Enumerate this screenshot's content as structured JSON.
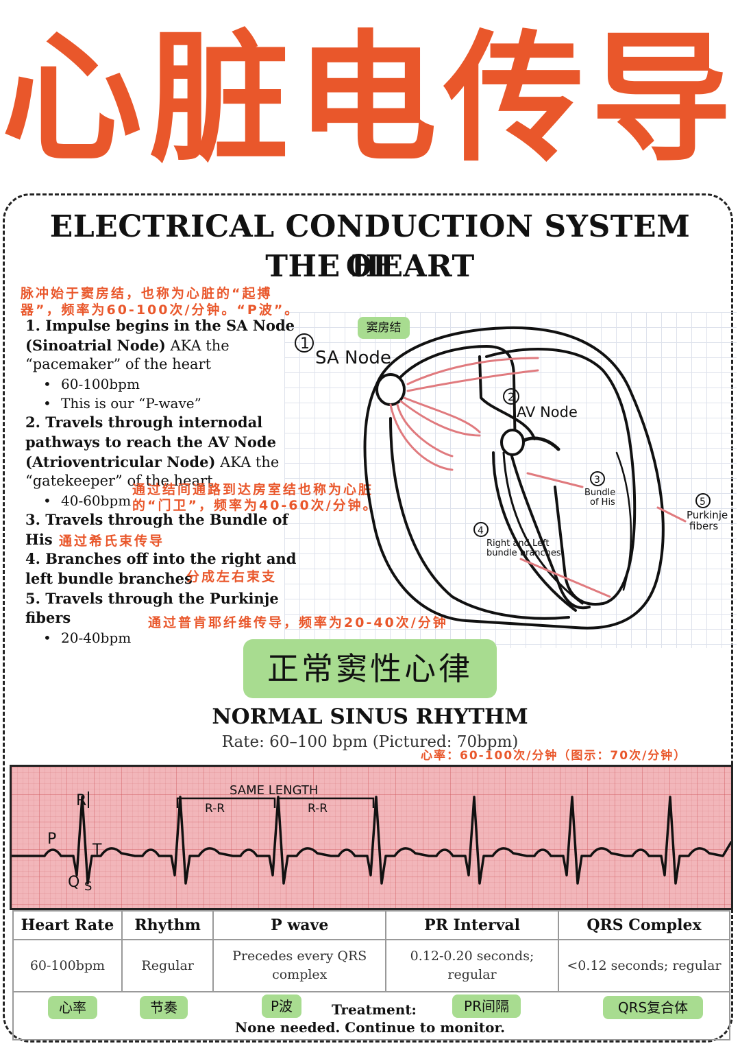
{
  "banner": {
    "title": "心脏电传导",
    "color": "#e9572b"
  },
  "header": {
    "title_line1": "ELECTRICAL CONDUCTION SYSTEM OF",
    "title_line2": "THE HEART"
  },
  "notes_cn": {
    "sa_line1": "脉冲始于窦房结，也称为心脏的“起搏",
    "sa_line2": "器”，频率为60-100次/分钟。“P波”。",
    "av_line1": "通过结间通路到达房室结也称为心脏",
    "av_line2": "的“门卫”，频率为40-60次/分钟。",
    "his": "通过希氏束传导",
    "branches": "分成左右束支",
    "purkinje": "通过普肯耶纤维传导，频率为20-40次/分钟",
    "rate": "心率：60-100次/分钟（图示：70次/分钟）"
  },
  "steps": {
    "s1_l1": "1. Impulse begins in the SA Node",
    "s1_l2a": "(Sinoatrial Node)",
    "s1_l2b": " AKA the",
    "s1_l3": "“pacemaker” of the heart",
    "s1_b1": "60-100bpm",
    "s1_b2": "This is our “P-wave”",
    "s2_l1": "2. Travels through internodal",
    "s2_l2": "pathways to reach the AV Node",
    "s2_l3a": "(Atrioventricular Node)",
    "s2_l3b": " AKA the",
    "s2_l4": "“gatekeeper” of the heart",
    "s2_b1": "40-60bpm",
    "s3_l1": "3. Travels through the Bundle of",
    "s3_l2": "His",
    "s4_l1": "4. Branches off into the right and",
    "s4_l2": "left bundle branches",
    "s5_l1": "5. Travels through the Purkinje",
    "s5_l2": "fibers",
    "s5_b1": "20-40bpm"
  },
  "diagram": {
    "sa_tag_cn": "窦房结",
    "n1": "1",
    "sa_label": "SA Node",
    "n2": "2",
    "av_label": "AV Node",
    "n3": "3",
    "bundle_l1": "Bundle",
    "bundle_l2": "of His",
    "n4": "4",
    "rl_l1": "Right and Left",
    "rl_l2": "bundle branches",
    "n5": "5",
    "purk_l1": "Purkinje",
    "purk_l2": "fibers"
  },
  "rhythm": {
    "cn_title": "正常窦性心律",
    "title": "NORMAL SINUS RHYTHM",
    "rate": "Rate: 60–100 bpm (Pictured: 70bpm)"
  },
  "ecg": {
    "same_length": "SAME LENGTH",
    "rr": "R-R",
    "p": "P",
    "q": "Q",
    "r": "R",
    "s": "S",
    "t": "T",
    "beats": 7
  },
  "table": {
    "headers": [
      "Heart Rate",
      "Rhythm",
      "P wave",
      "PR Interval",
      "QRS Complex"
    ],
    "values": [
      [
        "60-100bpm"
      ],
      [
        "Regular"
      ],
      [
        "Precedes every QRS",
        "complex"
      ],
      [
        "0.12-0.20 seconds;",
        "regular"
      ],
      [
        "<0.12 seconds; regular"
      ]
    ],
    "cn_tags": [
      "心率",
      "节奏",
      "P波",
      "PR间隔",
      "QRS复合体"
    ]
  },
  "treatment": {
    "label": "Treatment:",
    "text": "None needed. Continue to monitor."
  },
  "colors": {
    "accent": "#e9572b",
    "green": "#a8dc90",
    "ecg_bg": "#f2b6ba",
    "arrow": "#e07a7e"
  }
}
